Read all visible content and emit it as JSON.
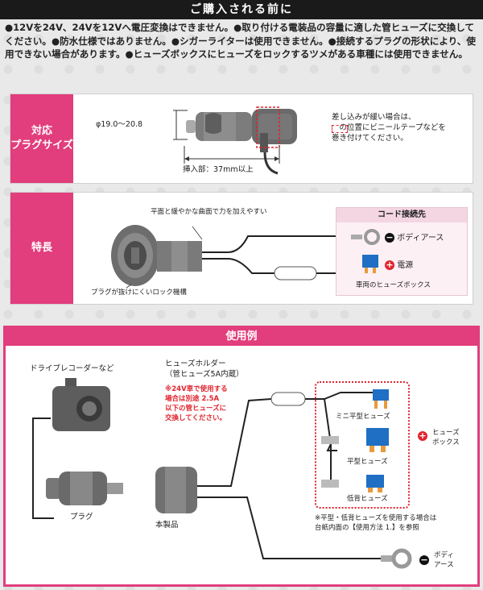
{
  "header": {
    "title": "ご購入される前に"
  },
  "intro_text": "●12Vを24V、24Vを12Vへ電圧変換はできません。●取り付ける電装品の容量に適した管ヒューズに交換してください。●防水仕様ではありません。●シガーライターは使用できません。●接続するプラグの形状により、使用できない場合があります。●ヒューズボックスにヒューズをロックするツメがある車種には使用できません。",
  "plug_size": {
    "label": "対応\nプラグサイズ",
    "diameter": "φ19.0～20.8",
    "insert_depth": "挿入部：37mm以上",
    "note": "差し込みが緩い場合は、\n　の位置にビニールテープなどを\n巻き付けてください。"
  },
  "features": {
    "label": "特長",
    "flat_curve": "平面と緩やかな曲面で力を加えやすい",
    "lock": "プラグが抜けにくいロック機構",
    "cord_title": "コード接続先",
    "body_earth": "ボディアース",
    "power": "電源",
    "fuse_box": "車両のヒューズボックス"
  },
  "usage": {
    "title": "使用例",
    "drive_recorder": "ドライブレコーダーなど",
    "plug": "プラグ",
    "product": "本製品",
    "fuse_holder": "ヒューズホルダー\n（管ヒューズ5A内蔵）",
    "warning_24v": "※24V車で使用する\n場合は別途 2.5A\n以下の管ヒューズに\n交換してください。",
    "mini_fuse": "ミニ平型ヒューズ",
    "flat_fuse": "平型ヒューズ",
    "low_fuse": "低背ヒューズ",
    "fuse_box_label": "ヒューズ\nボックス",
    "note_flat": "※平型・低背ヒューズを使用する場合は\n台紙内面の【使用方法 1.】を参照",
    "body_earth": "ボディ\nアース"
  },
  "colors": {
    "accent": "#e23d7c",
    "red": "#e0242e",
    "fuse_blue": "#1f6fc4"
  }
}
